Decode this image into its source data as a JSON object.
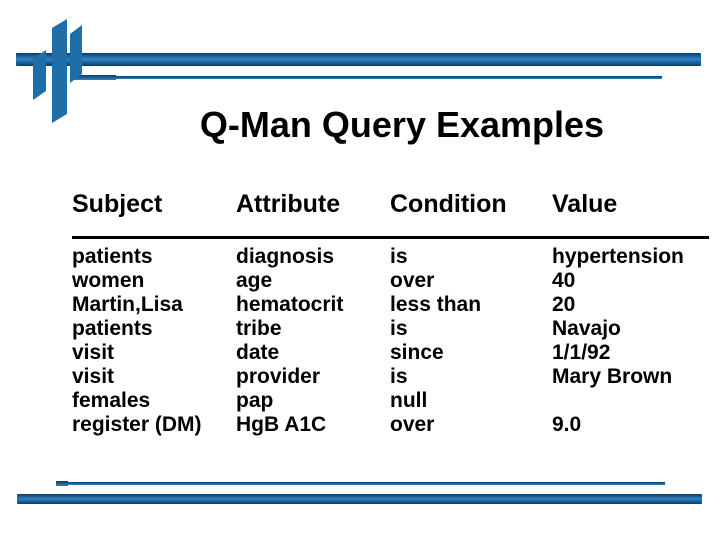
{
  "slide": {
    "title": "Q-Man Query Examples"
  },
  "table": {
    "headers": [
      "Subject",
      "Attribute",
      "Condition",
      "Value"
    ],
    "rows": [
      [
        "patients",
        "diagnosis",
        "is",
        "hypertension"
      ],
      [
        "women",
        "age",
        "over",
        "40"
      ],
      [
        "Martin,Lisa",
        "hematocrit",
        "less than",
        "20"
      ],
      [
        "patients",
        "tribe",
        "is",
        "Navajo"
      ],
      [
        "visit",
        "date",
        "since",
        "1/1/92"
      ],
      [
        "visit",
        "provider",
        "is",
        "Mary Brown"
      ],
      [
        "females",
        "pap",
        "null",
        ""
      ],
      [
        "register (DM)",
        "HgB A1C",
        "over",
        "9.0"
      ]
    ]
  },
  "icons": {
    "logo": "blue-slanted-bars-logo"
  },
  "colors": {
    "accent_blue": "#1f6ea8",
    "bar_dark": "#0a3c66",
    "bar_light": "#2f84c4",
    "text": "#000000",
    "background": "#ffffff"
  }
}
